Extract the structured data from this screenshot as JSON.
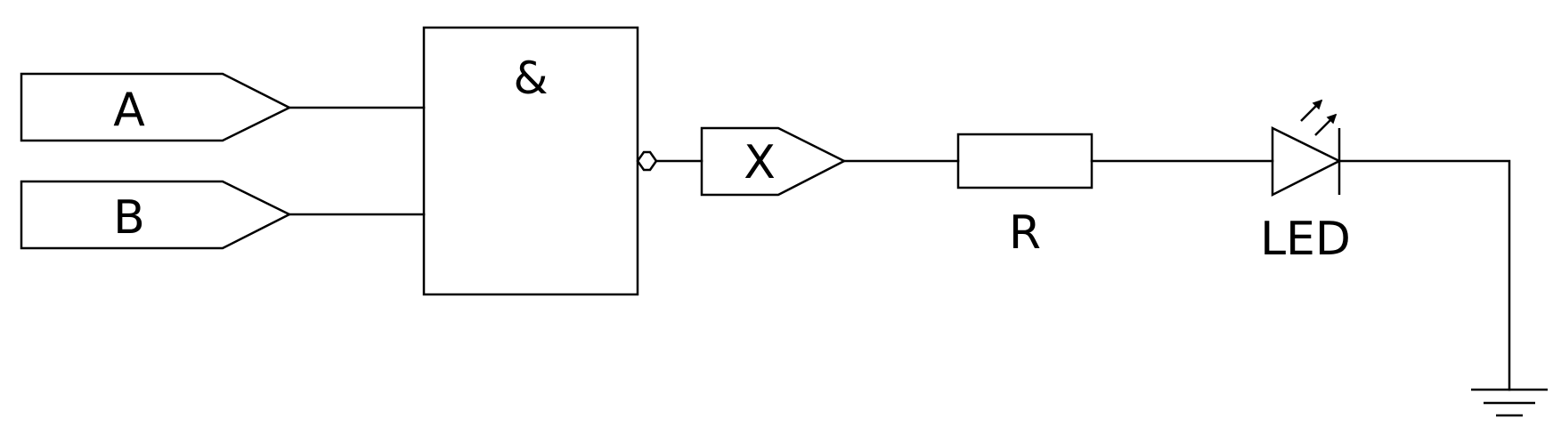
{
  "diagram": {
    "inputs": [
      {
        "id": "input-a",
        "label": "A"
      },
      {
        "id": "input-b",
        "label": "B"
      }
    ],
    "gate": {
      "symbol": "&",
      "inverted_output": true
    },
    "output_terminal": {
      "label": "X"
    },
    "resistor": {
      "label": "R"
    },
    "led": {
      "label": "LED"
    },
    "ground": {
      "present": true
    },
    "colors": {
      "stroke": "#000000",
      "background": "#ffffff"
    }
  }
}
